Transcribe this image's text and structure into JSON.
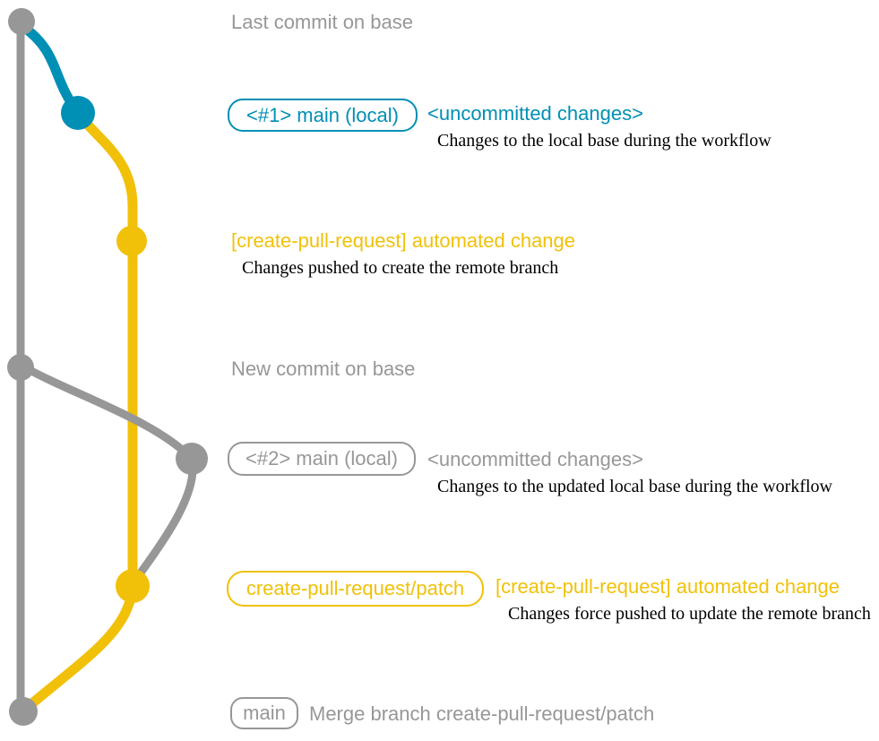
{
  "colors": {
    "gray": "#979797",
    "blue": "#008fb5",
    "yellow": "#f1c109",
    "ink": "#000000",
    "background": "#ffffff"
  },
  "graph": {
    "type": "git-commit-graph",
    "branches": [
      {
        "name": "base",
        "color": "#979797"
      },
      {
        "name": "main (local)",
        "color": "#008fb5"
      },
      {
        "name": "create-pull-request/patch",
        "color": "#f1c109"
      }
    ],
    "commit_dots": [
      "last-commit-on-base",
      "local-main-uncommitted-1",
      "create-pull-request-automated-change-1",
      "new-commit-on-base",
      "local-main-uncommitted-2",
      "create-pull-request-automated-change-2",
      "merge-commit-on-main"
    ]
  },
  "annotations": {
    "last_commit_label": "Last commit on base",
    "new_commit_label": "New commit on base",
    "row1": {
      "badge": "<#1> main (local)",
      "message": "<uncommitted changes>",
      "note": "Changes to the local base during the workflow"
    },
    "row2": {
      "message": "[create-pull-request] automated change",
      "note": "Changes pushed to create the remote branch"
    },
    "row3": {
      "badge": "<#2> main (local)",
      "message": "<uncommitted changes>",
      "note": "Changes to the updated local base during the workflow"
    },
    "row4": {
      "badge": "create-pull-request/patch",
      "message": "[create-pull-request] automated change",
      "note": "Changes force pushed to update the remote branch"
    },
    "row5": {
      "badge": "main",
      "message": "Merge branch create-pull-request/patch"
    }
  }
}
